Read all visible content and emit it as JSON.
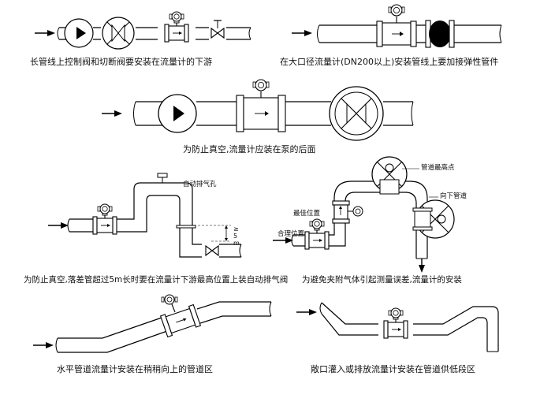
{
  "captions": {
    "d1": "长管线上控制阀和切断阀要安装在流量计的下游",
    "d2": "在大口径流量计(DN200以上)安装管线上要加接弹性管件",
    "d3": "为防止真空,流量计应装在泵的后面",
    "d4": "为防止真空,落差管超过5m长时要在流量计下游最高位置上装自动排气阀",
    "d5": "为避免夹附气体引起测量误差,流量计的安装",
    "d6": "水平管道流量计安装在稍稍向上的管道区",
    "d7": "敞口灌入或排放流量计安装在管道供低段区"
  },
  "labels": {
    "auto_vent": "自动排气孔",
    "height": "≥5m",
    "highest_point": "管道最高点",
    "down_pipe": "向下管道",
    "best_position": "最佳位置",
    "reasonable_position": "合理位置"
  }
}
